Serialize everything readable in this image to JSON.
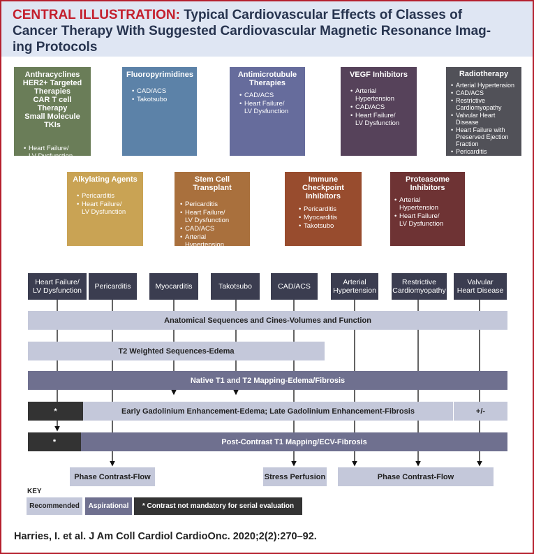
{
  "header": {
    "title_prefix": "CENTRAL ILLUSTRATION:",
    "title_line1": "Typical Cardiovascular Effects of Classes of",
    "title_line2": "Cancer Therapy With Suggested Cardiovascular Magnetic Resonance Imag-",
    "title_line3": "ing Protocols"
  },
  "therapies_row1": [
    {
      "name": "Anthracyclines\nHER2+ Targeted\nTherapies\nCAR T cell Therapy\nSmall Molecule TKIs",
      "color": "#6a7d58",
      "effects": [
        "Heart Failure/\nLV Dysfunction"
      ]
    },
    {
      "name": "Fluoropyrimidines",
      "color": "#5c82a8",
      "effects": [
        "CAD/ACS",
        "Takotsubo"
      ]
    },
    {
      "name": "Antimicrotubule\nTherapies",
      "color": "#666c9c",
      "effects": [
        "CAD/ACS",
        "Heart Failure/\nLV Dysfunction"
      ]
    },
    {
      "name": "VEGF Inhibitors",
      "color": "#56425a",
      "effects": [
        "Arterial Hypertension",
        "CAD/ACS",
        "Heart Failure/\nLV Dysfunction"
      ]
    },
    {
      "name": "Radiotherapy",
      "color": "#515158",
      "effects": [
        "Arterial Hypertension",
        "CAD/ACS",
        "Restrictive\nCardiomyopathy",
        "Valvular Heart Disease",
        "Heart Failure with\nPreserved Ejection\nFraction",
        "Pericarditis"
      ]
    }
  ],
  "therapies_row2": [
    {
      "name": "Alkylating Agents",
      "color": "#c9a354",
      "effects": [
        "Pericarditis",
        "Heart Failure/\nLV Dysfunction"
      ]
    },
    {
      "name": "Stem Cell Transplant",
      "color": "#a9703d",
      "effects": [
        "Pericarditis",
        "Heart Failure/\nLV Dysfunction",
        "CAD/ACS",
        "Arterial Hypertension"
      ]
    },
    {
      "name": "Immune\nCheckpoint Inhibitors",
      "color": "#984c2e",
      "effects": [
        "Pericarditis",
        "Myocarditis",
        "Takotsubo"
      ]
    },
    {
      "name": "Proteasome\nInhibitors",
      "color": "#6e3334",
      "effects": [
        "Arterial Hypertension",
        "Heart Failure/\nLV Dysfunction"
      ]
    }
  ],
  "conditions": [
    "Heart Failure/\nLV Dysfunction",
    "Pericarditis",
    "Myocarditis",
    "Takotsubo",
    "CAD/ACS",
    "Arterial\nHypertension",
    "Restrictive\nCardiomyopathy",
    "Valvular\nHeart Disease"
  ],
  "sequences": {
    "anatomical": "Anatomical Sequences and Cines-Volumes and Function",
    "t2": "T2 Weighted Sequences-Edema",
    "native": "Native T1 and T2 Mapping-Edema/Fibrosis",
    "lge_star": "*",
    "lge": "Early Gadolinium Enhancement-Edema; Late Gadolinium Enhancement-Fibrosis",
    "lge_pm": "+/-",
    "post_star": "*",
    "post": "Post-Contrast T1 Mapping/ECV-Fibrosis",
    "phase1": "Phase Contrast-Flow",
    "stress": "Stress Perfusion",
    "phase2": "Phase Contrast-Flow"
  },
  "key": {
    "label": "KEY",
    "recommended": "Recommended",
    "aspirational": "Aspirational",
    "note": "* Contrast not mandatory for serial evaluation"
  },
  "colors": {
    "recommended": "#c4c8da",
    "aspirational": "#6f708f",
    "contrast_note": "#333333",
    "condition": "#3b3d50",
    "accent": "#c41f2d"
  },
  "citation": "Harries, I. et al. J Am Coll Cardiol CardioOnc. 2020;2(2):270–92."
}
